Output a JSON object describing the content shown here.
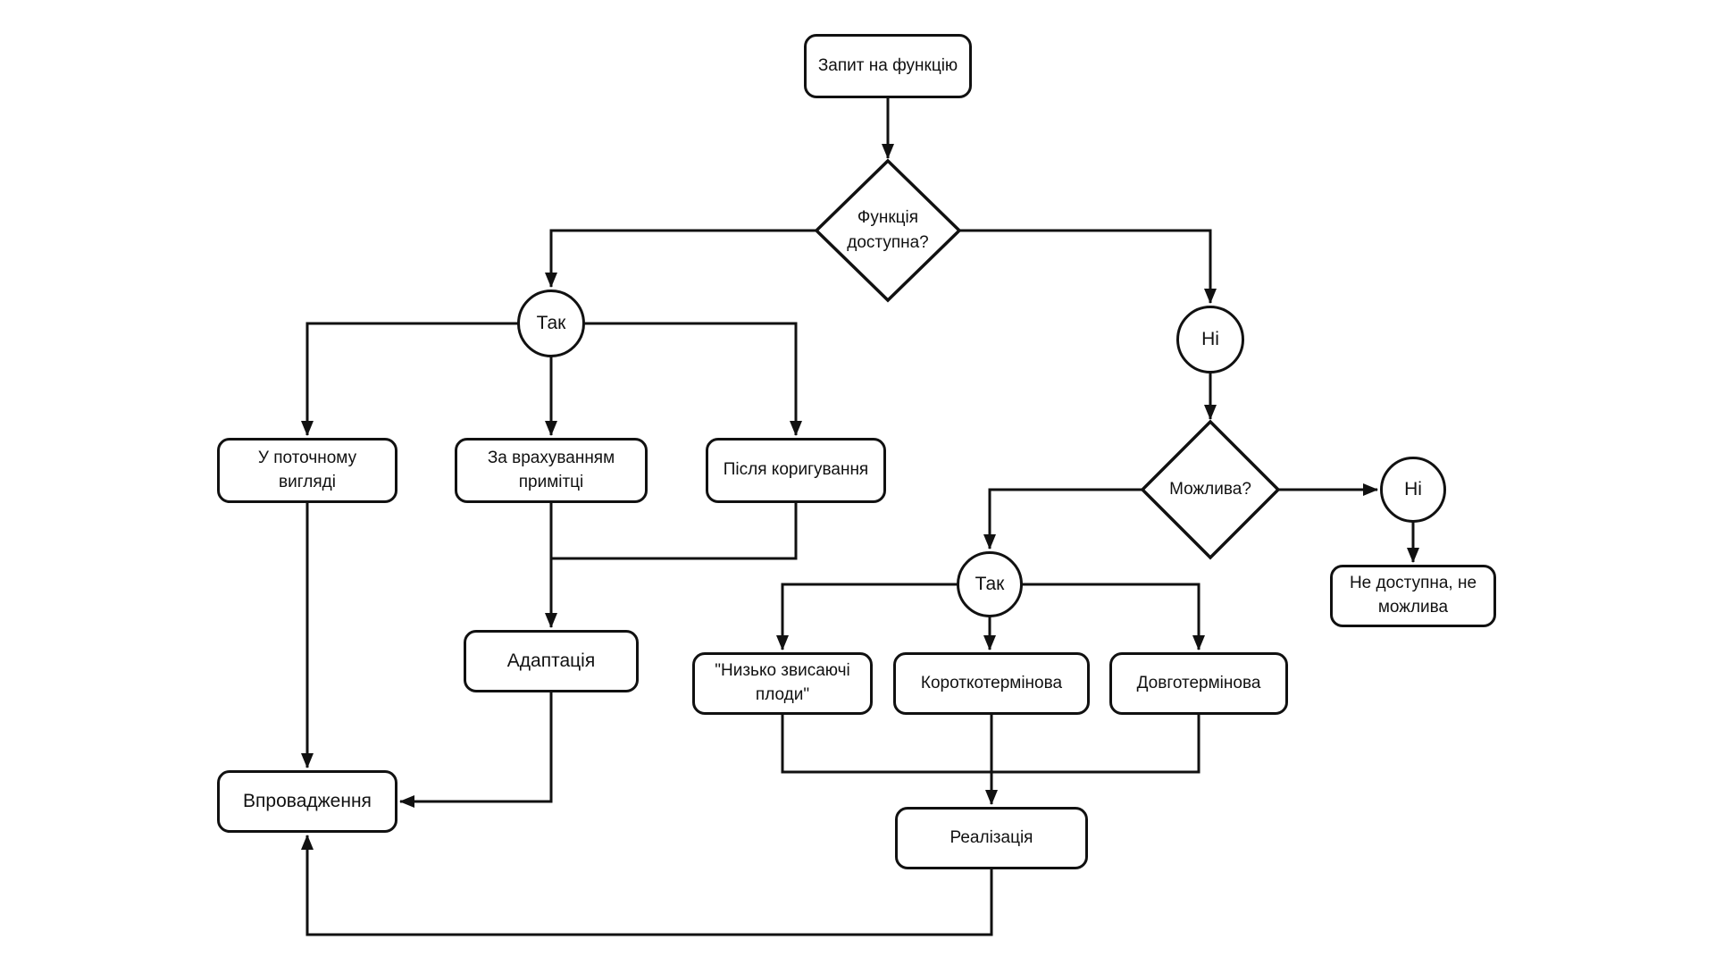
{
  "colors": {
    "background": "#ffffff",
    "stroke": "#111111",
    "text": "#111111"
  },
  "nodes": {
    "start": {
      "label": "Запит на функцію"
    },
    "decision_available": {
      "label": "Функція\nдоступна?"
    },
    "yes1": {
      "label": "Так"
    },
    "no1": {
      "label": "Ні"
    },
    "current_form": {
      "label": "У поточному\nвигляді"
    },
    "with_note": {
      "label": "За врахуванням\nпримітці"
    },
    "after_adjustment": {
      "label": "Після коригування"
    },
    "decision_possible": {
      "label": "Можлива?"
    },
    "yes2": {
      "label": "Так"
    },
    "no2": {
      "label": "Ні"
    },
    "not_available": {
      "label": "Не доступна, не\nможлива"
    },
    "adaptation": {
      "label": "Адаптація"
    },
    "low_hanging_fruit": {
      "label": "\"Низько звисаючі\nплоди\""
    },
    "short_term": {
      "label": "Короткотермінова"
    },
    "long_term": {
      "label": "Довготермінова"
    },
    "implementation": {
      "label": "Впровадження"
    },
    "realization": {
      "label": "Реалізація"
    }
  }
}
